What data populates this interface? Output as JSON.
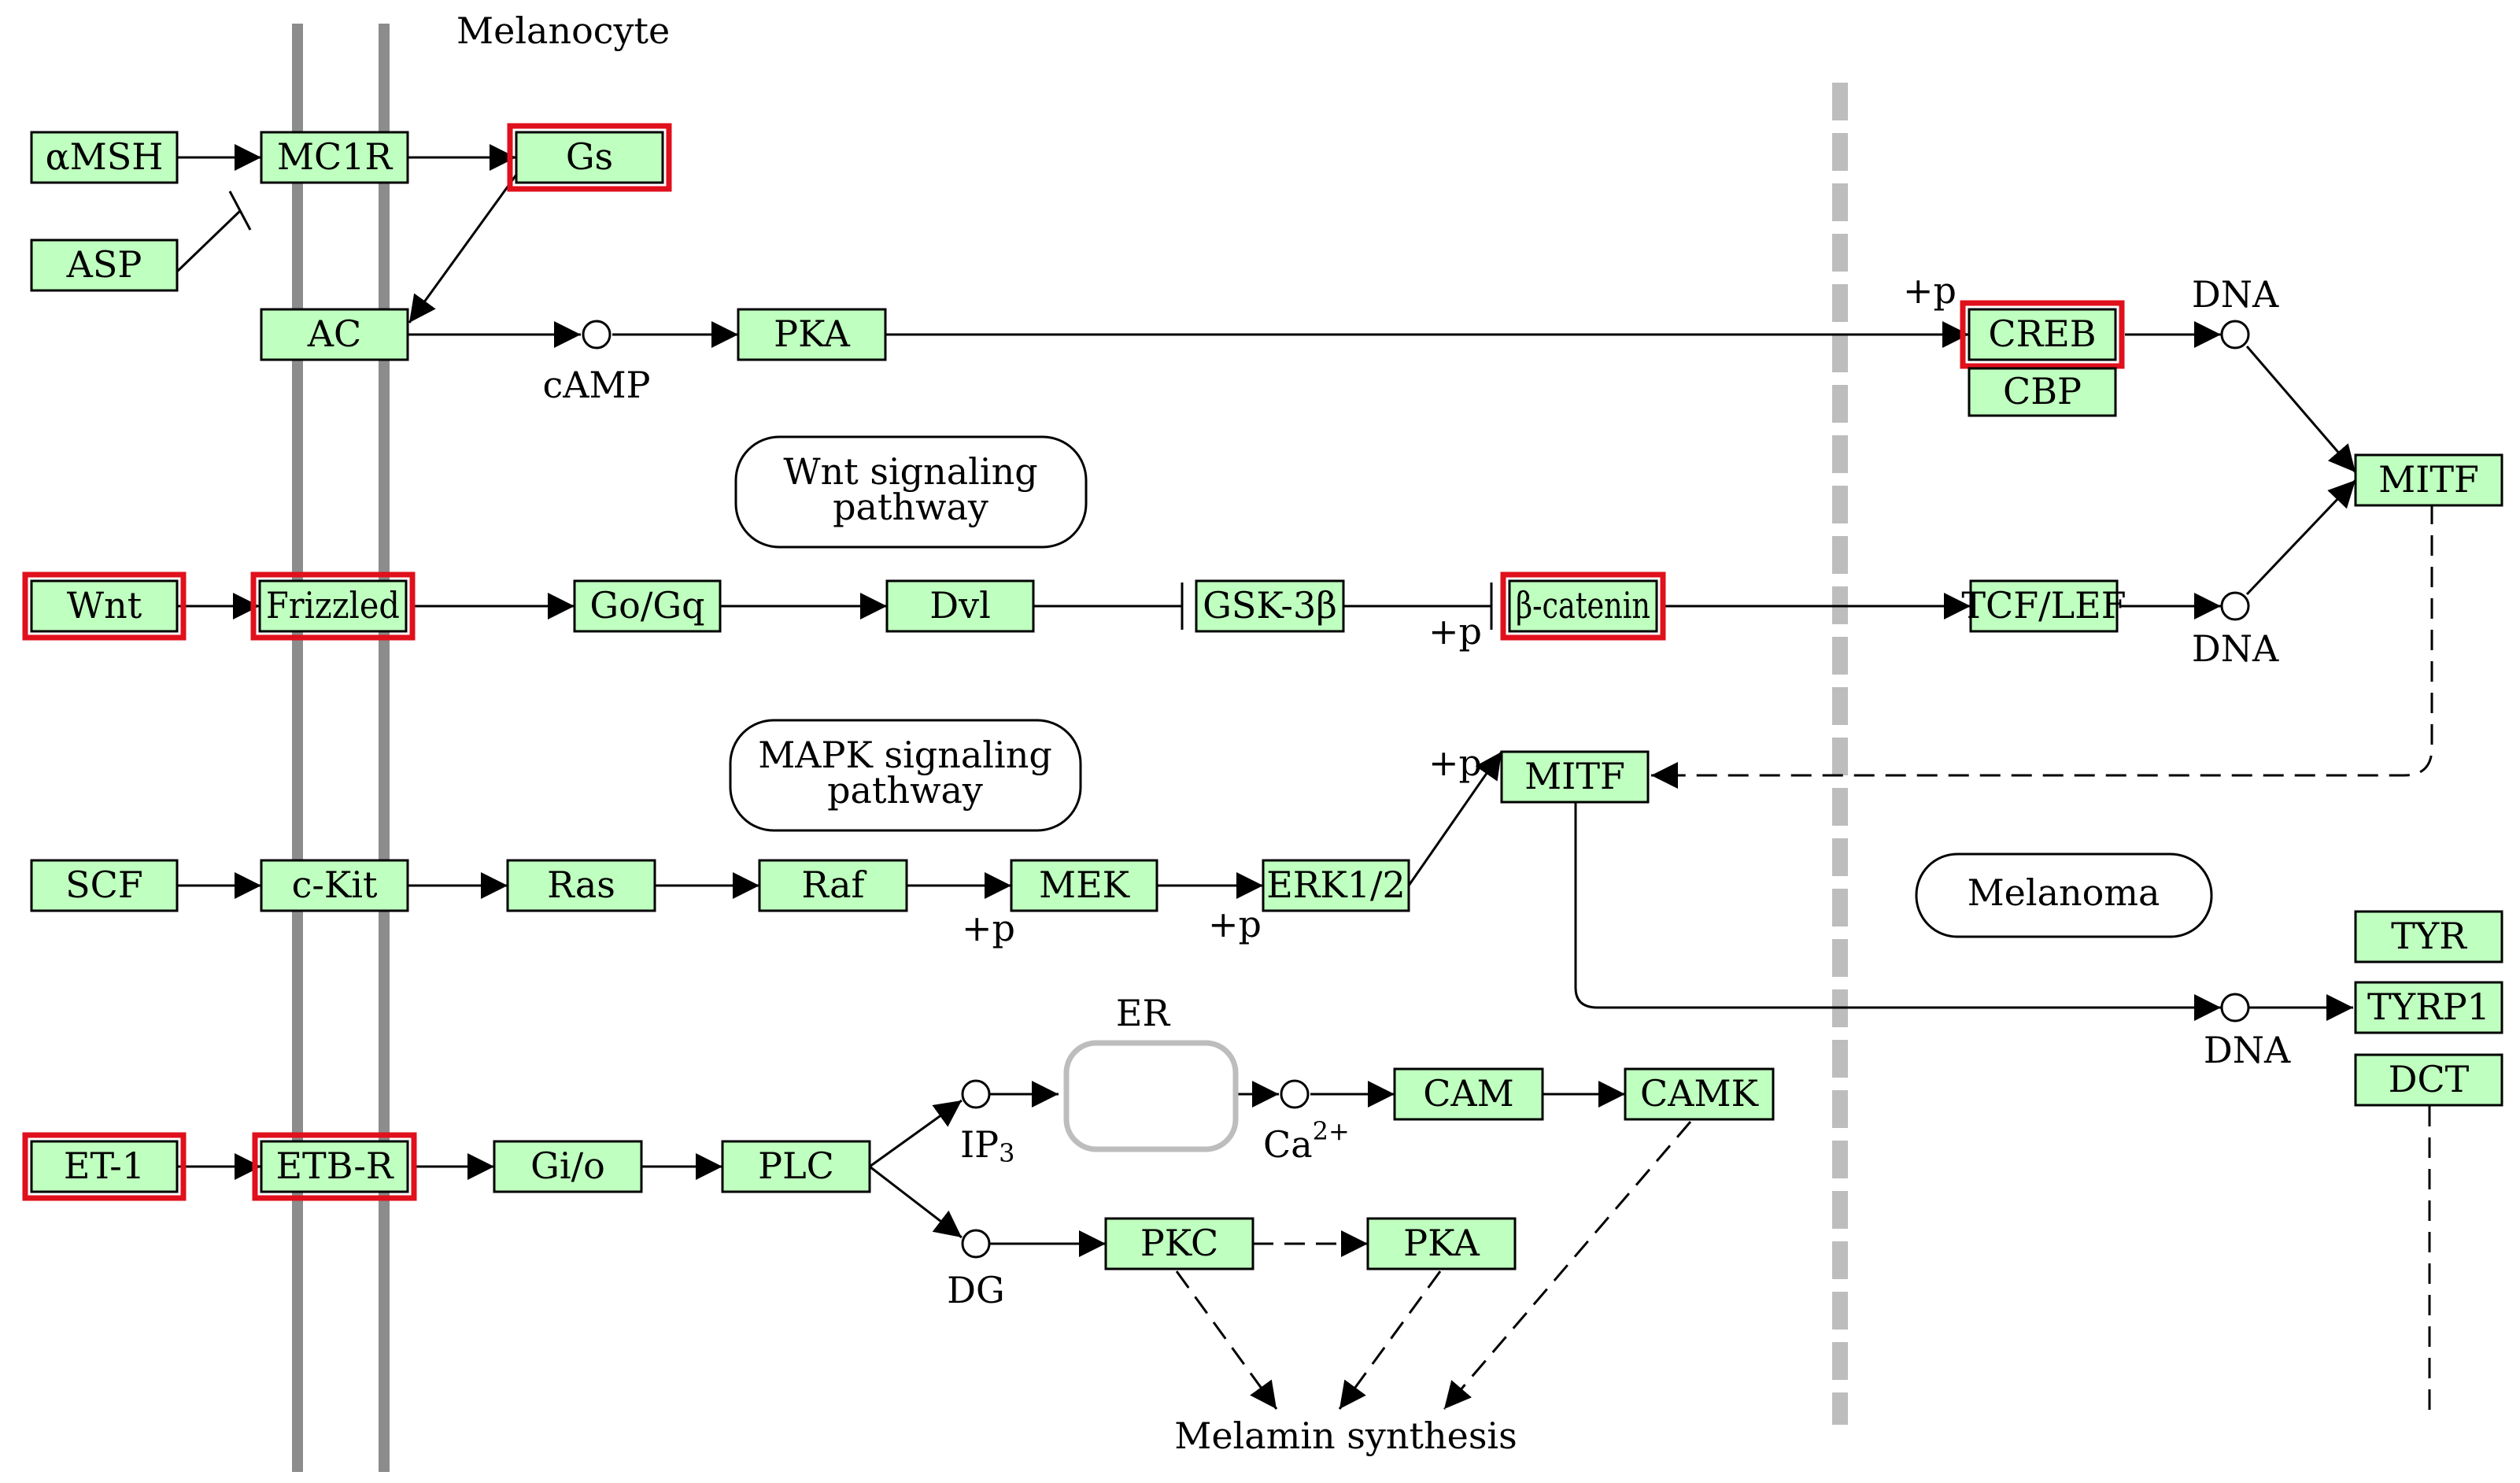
{
  "title": "Melanocyte",
  "nodes": {
    "amsh": "αMSH",
    "asp": "ASP",
    "mc1r": "MC1R",
    "gs": "Gs",
    "ac": "AC",
    "pka1": "PKA",
    "creb": "CREB",
    "cbp": "CBP",
    "mitf1": "MITF",
    "wnt": "Wnt",
    "frizzled": "Frizzled",
    "gogq": "Go/Gq",
    "dvl": "Dvl",
    "gsk3b": "GSK-3β",
    "bcat": "β-catenin",
    "tcflef": "TCF/LEF",
    "mitf2": "MITF",
    "scf": "SCF",
    "ckit": "c-Kit",
    "ras": "Ras",
    "raf": "Raf",
    "mek": "MEK",
    "erk": "ERK1/2",
    "tyr": "TYR",
    "tyrp1": "TYRP1",
    "dct": "DCT",
    "et1": "ET-1",
    "etbr": "ETB-R",
    "gio": "Gi/o",
    "plc": "PLC",
    "cam": "CAM",
    "camk": "CAMK",
    "pkc": "PKC",
    "pka2": "PKA"
  },
  "highlighted": [
    "gs",
    "creb",
    "wnt",
    "frizzled",
    "bcat",
    "et1",
    "etbr"
  ],
  "pathways": {
    "wnt_line1": "Wnt signaling",
    "wnt_line2": "pathway",
    "mapk_line1": "MAPK signaling",
    "mapk_line2": "pathway",
    "melanoma": "Melanoma"
  },
  "labels": {
    "camp": "cAMP",
    "dna_creb": "DNA",
    "dna_tcf": "DNA",
    "dna_tyr": "DNA",
    "ip3_base": "IP",
    "ip3_sub": "3",
    "ca_base": "Ca",
    "ca_sup": "2+",
    "dg": "DG",
    "er": "ER",
    "melanin": "Melamin synthesis",
    "p_creb": "+p",
    "p_bcat": "+p",
    "p_mitf": "+p",
    "p_mek": "+p",
    "p_erk": "+p"
  },
  "colors": {
    "node_fill": "#bfffbf",
    "highlight": "#e0101c",
    "membrane": "#8c8c8c",
    "nucleus": "#bdbdbd"
  }
}
